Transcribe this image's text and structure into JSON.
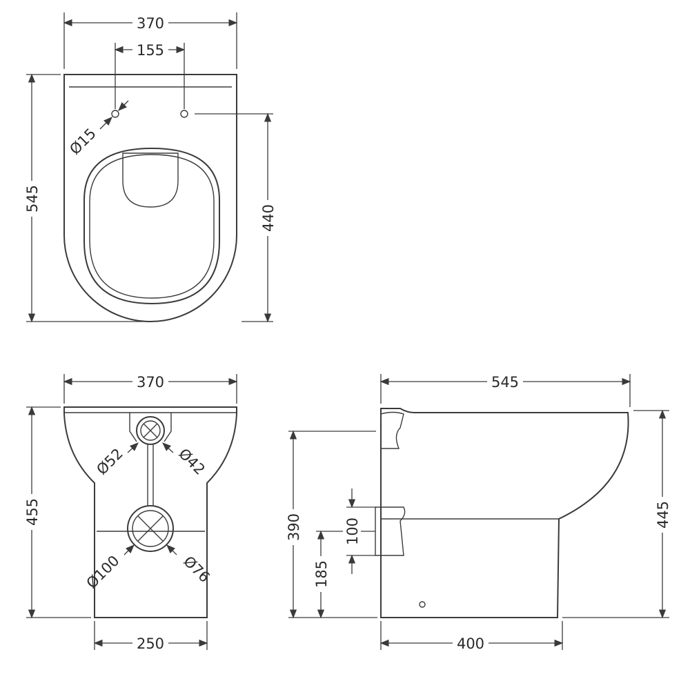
{
  "top_view": {
    "width": "370",
    "hole_spacing": "155",
    "depth": "545",
    "hole_to_back": "440",
    "hole_diameter": "Ø15"
  },
  "front_view": {
    "width": "370",
    "height": "455",
    "base_width": "250",
    "inlet_outer": "Ø52",
    "inlet_inner": "Ø42",
    "outlet_outer": "Ø100",
    "outlet_inner": "Ø76"
  },
  "side_view": {
    "depth": "545",
    "height": "445",
    "outlet_height": "390",
    "waste_height": "185",
    "waste_size": "100",
    "base_depth": "400"
  }
}
